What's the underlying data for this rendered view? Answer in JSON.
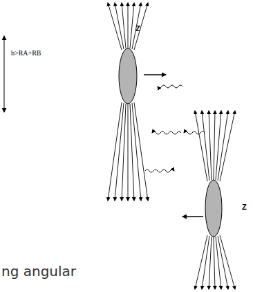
{
  "diagram": {
    "labels": [
      "b>RA+RB",
      "Z",
      "Z",
      "ng angular"
    ]
  }
}
